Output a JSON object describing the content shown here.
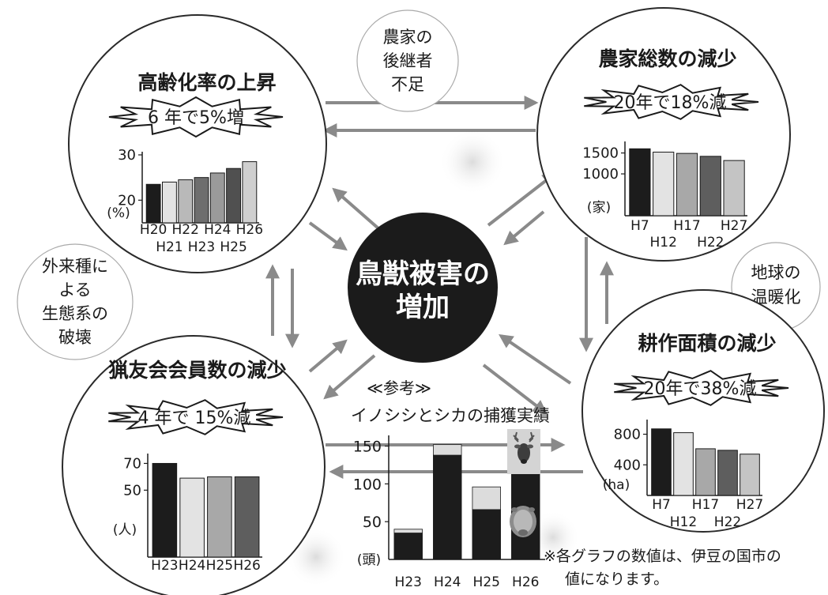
{
  "center": {
    "line1": "鳥獣被害の",
    "line2": "増加"
  },
  "causes": {
    "successor": [
      "農家の",
      "後継者",
      "不足"
    ],
    "invasive": [
      "外来種に",
      "よる",
      "生態系の",
      "破壊"
    ],
    "warming": [
      "地球の",
      "温暖化"
    ]
  },
  "aging": {
    "title": "高齢化率の上昇",
    "burst": "6 年で5%増",
    "unit": "(%)",
    "chart_data": {
      "type": "bar",
      "categories": [
        "H20",
        "H21",
        "H22",
        "H23",
        "H24",
        "H25",
        "H26"
      ],
      "values": [
        23.5,
        24.0,
        24.5,
        25.0,
        26.0,
        27.0,
        28.5
      ],
      "ylim": [
        15,
        30
      ],
      "yticks": [
        "30",
        "20"
      ],
      "colors": [
        "#1c1c1c",
        "#e3e3e3",
        "#b9b9b9",
        "#6e6e6e",
        "#9a9a9a",
        "#505050",
        "#cfcfcf"
      ]
    }
  },
  "farmers": {
    "title": "農家総数の減少",
    "burst": "20年で18%減",
    "unit": "(家)",
    "chart_data": {
      "type": "bar",
      "categories": [
        "H7",
        "H12",
        "H17",
        "H22",
        "H27"
      ],
      "values": [
        1600,
        1520,
        1490,
        1420,
        1320
      ],
      "ylim": [
        0,
        1700
      ],
      "yticks": [
        "1500",
        "1000"
      ],
      "colors": [
        "#1c1c1c",
        "#e3e3e3",
        "#a8a8a8",
        "#5e5e5e",
        "#c4c4c4"
      ]
    }
  },
  "farmland": {
    "title": "耕作面積の減少",
    "burst": "20年で38%減",
    "unit": "(ha)",
    "chart_data": {
      "type": "bar",
      "categories": [
        "H7",
        "H12",
        "H17",
        "H22",
        "H27"
      ],
      "values": [
        870,
        820,
        610,
        590,
        540
      ],
      "ylim": [
        0,
        950
      ],
      "yticks": [
        "800",
        "400"
      ],
      "colors": [
        "#1c1c1c",
        "#e3e3e3",
        "#a8a8a8",
        "#5e5e5e",
        "#c4c4c4"
      ]
    }
  },
  "hunters": {
    "title": "猟友会会員数の減少",
    "burst": "4 年で 15%減",
    "unit": "(人)",
    "chart_data": {
      "type": "bar",
      "categories": [
        "H23",
        "H24",
        "H25",
        "H26"
      ],
      "values": [
        70,
        59,
        60,
        60
      ],
      "ylim": [
        0,
        75
      ],
      "yticks": [
        "70",
        "50"
      ],
      "colors": [
        "#1c1c1c",
        "#e3e3e3",
        "#a8a8a8",
        "#5e5e5e"
      ]
    }
  },
  "reference": {
    "marker": "≪参考≫",
    "title": "イノシシとシカの捕獲実績",
    "unit": "(頭)",
    "chart_data": {
      "type": "bar",
      "categories": [
        "H23",
        "H24",
        "H25",
        "H26"
      ],
      "series": [
        {
          "values": [
            35,
            138,
            66,
            128
          ],
          "color": "#1c1c1c"
        },
        {
          "values": [
            5,
            14,
            30,
            20
          ],
          "color": "#dcdcdc"
        }
      ],
      "stacked": true,
      "ylim": [
        0,
        160
      ],
      "yticks": [
        "150",
        "100",
        "50"
      ]
    },
    "icons": [
      "deer-icon",
      "boar-icon"
    ]
  },
  "note": {
    "line1": "※各グラフの数値は、伊豆の国市の",
    "line2": "値になります。"
  }
}
